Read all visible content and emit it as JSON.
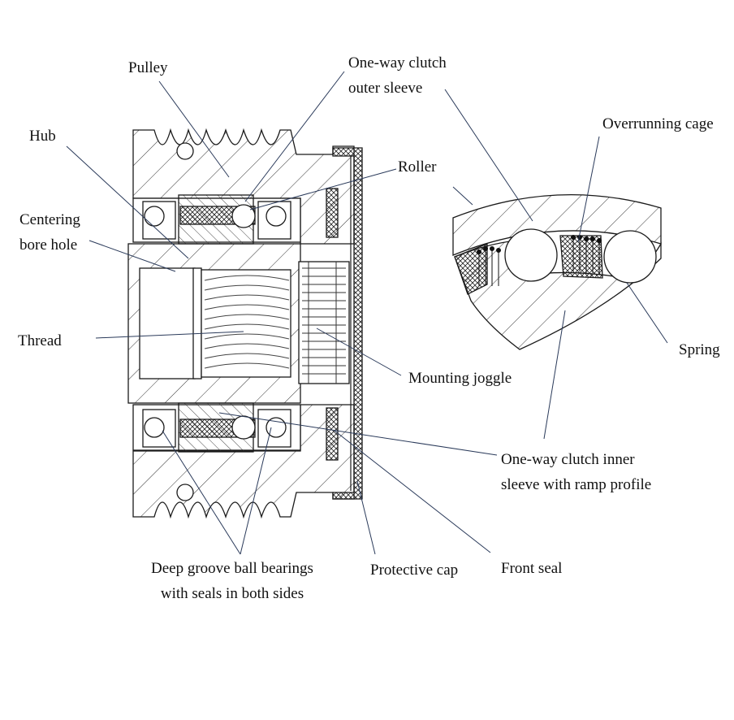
{
  "labels": {
    "pulley": "Pulley",
    "one_way_outer": [
      "One-way clutch",
      "outer sleeve"
    ],
    "hub": "Hub",
    "roller": "Roller",
    "overrunning_cage": "Overrunning cage",
    "centering_bore": [
      "Centering",
      "bore hole"
    ],
    "thread": "Thread",
    "mounting_joggle": "Mounting joggle",
    "spring": "Spring",
    "one_way_inner": [
      "One-way clutch inner",
      "sleeve with ramp profile"
    ],
    "ball_bearings": [
      "Deep groove ball bearings",
      "with seals in both sides"
    ],
    "protective_cap": "Protective cap",
    "front_seal": "Front seal"
  },
  "colors": {
    "line": "#1a1a1a",
    "leader": "#2a3a5a",
    "fill": "#ffffff"
  }
}
